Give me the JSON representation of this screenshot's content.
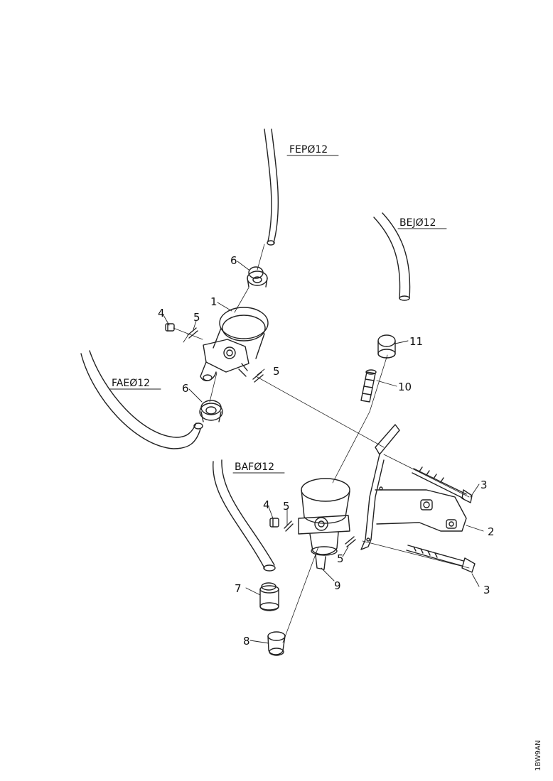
{
  "hose_codes": {
    "fep": "FEPØ12",
    "bej": "BEJØ12",
    "fae": "FAEØ12",
    "baf": "BAFØ12"
  },
  "callouts": {
    "c1": "1",
    "c2": "2",
    "c3a": "3",
    "c3b": "3",
    "c4a": "4",
    "c4b": "4",
    "c5a": "5",
    "c5b": "5",
    "c5c": "5",
    "c5d": "5",
    "c6": "6",
    "c6b": "6",
    "c7": "7",
    "c8": "8",
    "c9": "9",
    "c10": "10",
    "c11": "11"
  },
  "drawing_ref": "1BW9AN"
}
